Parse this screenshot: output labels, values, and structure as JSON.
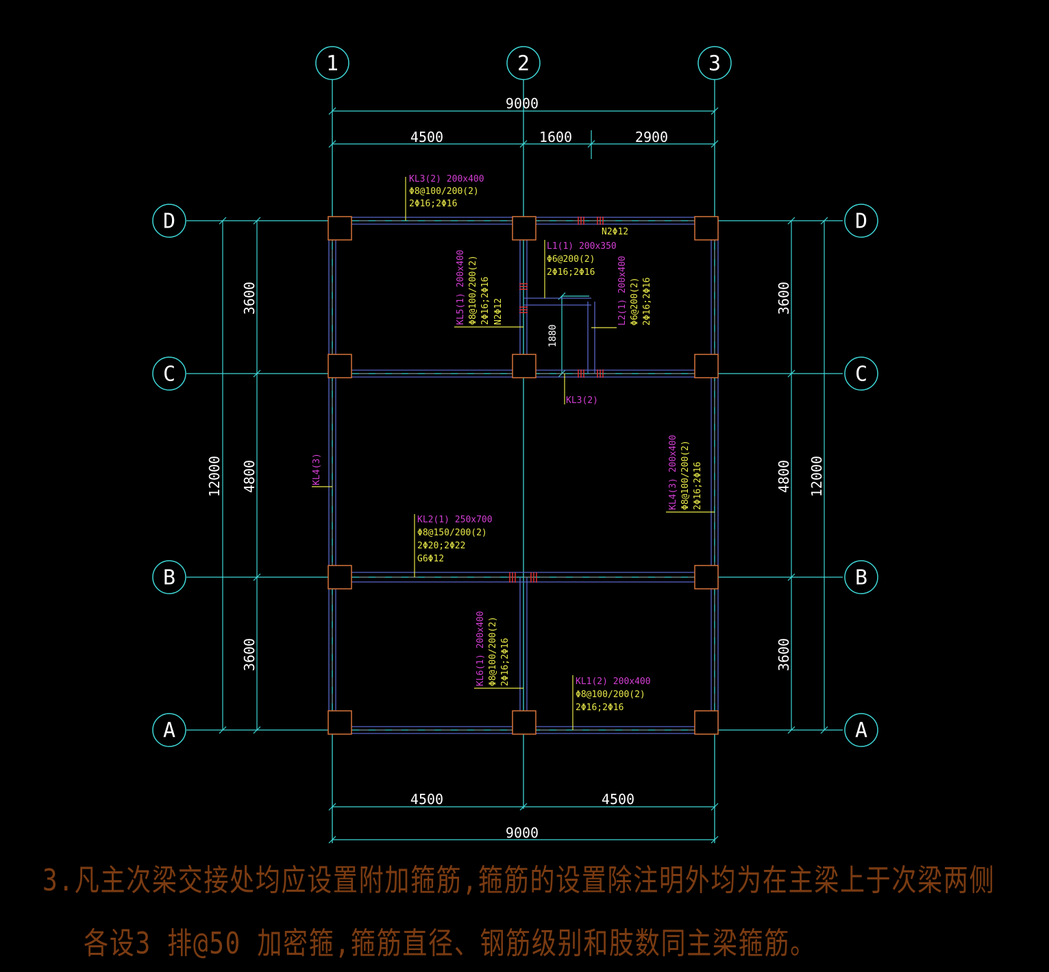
{
  "grid_labels": {
    "cols": [
      "1",
      "2",
      "3"
    ],
    "rows": [
      "D",
      "C",
      "B",
      "A"
    ]
  },
  "dimensions": {
    "top_total": "9000",
    "top_parts": [
      "4500",
      "1600",
      "2900"
    ],
    "bottom_parts": [
      "4500",
      "4500"
    ],
    "bottom_total": "9000",
    "left_total": "12000",
    "left_parts": [
      "3600",
      "4800",
      "3600"
    ],
    "right_total": "12000",
    "right_parts": [
      "3600",
      "4800",
      "3600"
    ],
    "inner": "1880"
  },
  "beams": {
    "kl3_top": {
      "name": "KL3(2) 200x400",
      "stirrup": "Φ8@100/200(2)",
      "bars": "2Φ16;2Φ16"
    },
    "n2": "N2Φ12",
    "l1": {
      "name": "L1(1) 200x350",
      "stirrup": "Φ6@200(2)",
      "bars": "2Φ16;2Φ16"
    },
    "kl5": {
      "name": "KL5(1) 200x400",
      "stirrup": "Φ8@100/200(2)",
      "bars": "2Φ16;2Φ16",
      "extra": "N2Φ12"
    },
    "l2": {
      "name": "L2(1) 200x400",
      "stirrup": "Φ6@200(2)",
      "bars": "2Φ16;2Φ16"
    },
    "kl3_c": "KL3(2)",
    "kl4_left": "KL4(3)",
    "kl4_right": {
      "name": "KL4(3) 200x400",
      "stirrup": "Φ8@100/200(2)",
      "bars": "2Φ16;2Φ16"
    },
    "kl2": {
      "name": "KL2(1) 250x700",
      "stirrup": "Φ8@150/200(2)",
      "bars": "2Φ20;2Φ22",
      "extra": "G6Φ12"
    },
    "kl6": {
      "name": "KL6(1) 200x400",
      "stirrup": "Φ8@100/200(2)",
      "bars": "2Φ16;2Φ16"
    },
    "kl1": {
      "name": "KL1(2) 200x400",
      "stirrup": "Φ8@100/200(2)",
      "bars": "2Φ16;2Φ16"
    }
  },
  "notes": {
    "line1": "3.凡主次梁交接处均应设置附加箍筋,箍筋的设置除注明外均为在主梁上于次梁两侧",
    "line2": "各设3 排@50 加密箍,箍筋直径、钢筋级别和肢数同主梁箍筋。"
  },
  "colors": {
    "grid": "#3fd8d8",
    "beam": "#5a67c8",
    "column": "#d8743a",
    "beam_name": "#d33fd3",
    "beam_spec": "#e8e84a",
    "stirrup_mark": "#e03030",
    "note": "#7a3b12"
  }
}
